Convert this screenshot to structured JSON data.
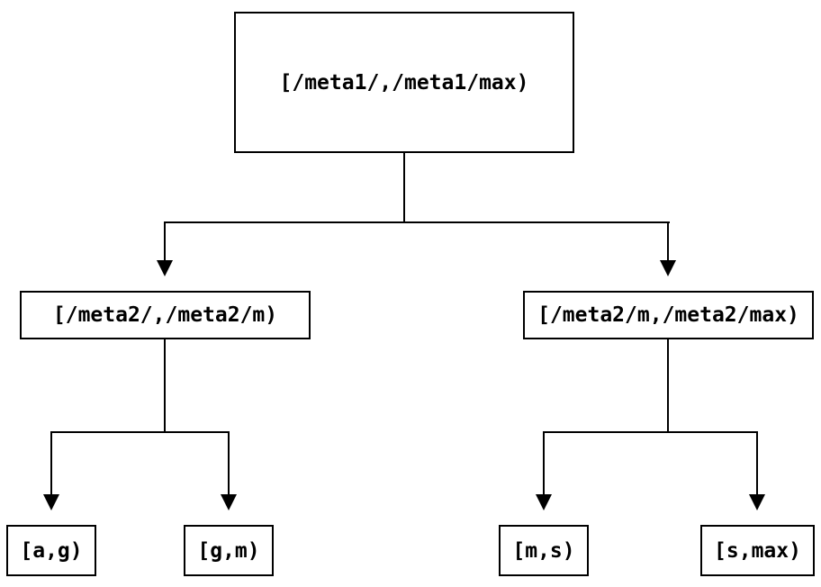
{
  "diagram": {
    "type": "binary-range-partition-tree",
    "colors": {
      "background": "#ffffff",
      "line": "#000000",
      "box_border": "#000000",
      "text": "#000000"
    },
    "tree": {
      "label": "[/meta1/,/meta1/max)",
      "children": [
        {
          "label": "[/meta2/,/meta2/m)",
          "children": [
            {
              "label": "[a,g)"
            },
            {
              "label": "[g,m)"
            }
          ]
        },
        {
          "label": "[/meta2/m,/meta2/max)",
          "children": [
            {
              "label": "[m,s)"
            },
            {
              "label": "[s,max)"
            }
          ]
        }
      ]
    }
  }
}
